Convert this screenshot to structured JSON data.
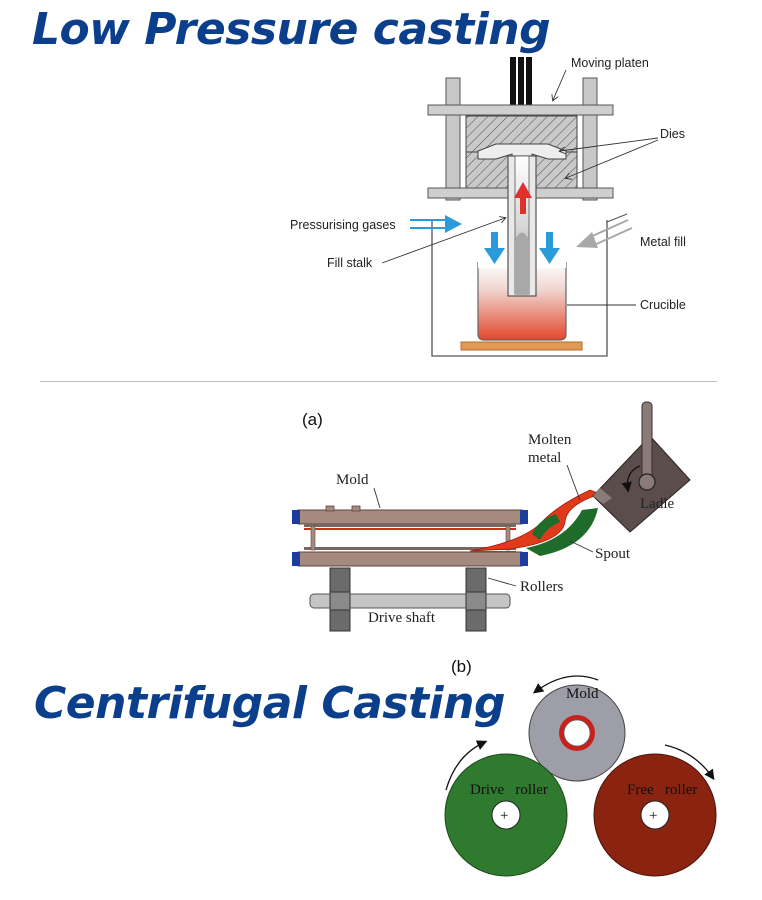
{
  "titles": {
    "low_pressure": "Low Pressure casting",
    "centrifugal": "Centrifugal Casting"
  },
  "low_pressure_diagram": {
    "labels": {
      "moving_platen": "Moving platen",
      "dies": "Dies",
      "pressurising_gases": "Pressurising gases",
      "fill_stalk": "Fill stalk",
      "metal_fill": "Metal fill",
      "crucible": "Crucible"
    }
  },
  "centrifugal_diagrams": {
    "subfig_a": "(a)",
    "subfig_b": "(b)",
    "a_labels": {
      "mold": "Mold",
      "molten": "Molten",
      "metal": "metal",
      "ladle": "Ladle",
      "spout": "Spout",
      "rollers": "Rollers",
      "drive_shaft": "Drive shaft"
    },
    "b_labels": {
      "mold": "Mold",
      "drive_roller": "Drive   roller",
      "free_roller": "Free   roller",
      "plus": "+"
    }
  },
  "colors": {
    "title_blue": "#0b3f8c",
    "arrow_blue": "#2a9bd8",
    "arrow_red": "#e0302a",
    "molten_red": "#d62c14",
    "spout_green": "#1f6b2a",
    "drive_green": "#2f7a2f",
    "free_red": "#8a2410",
    "mold_gray": "#9e9ea8"
  }
}
